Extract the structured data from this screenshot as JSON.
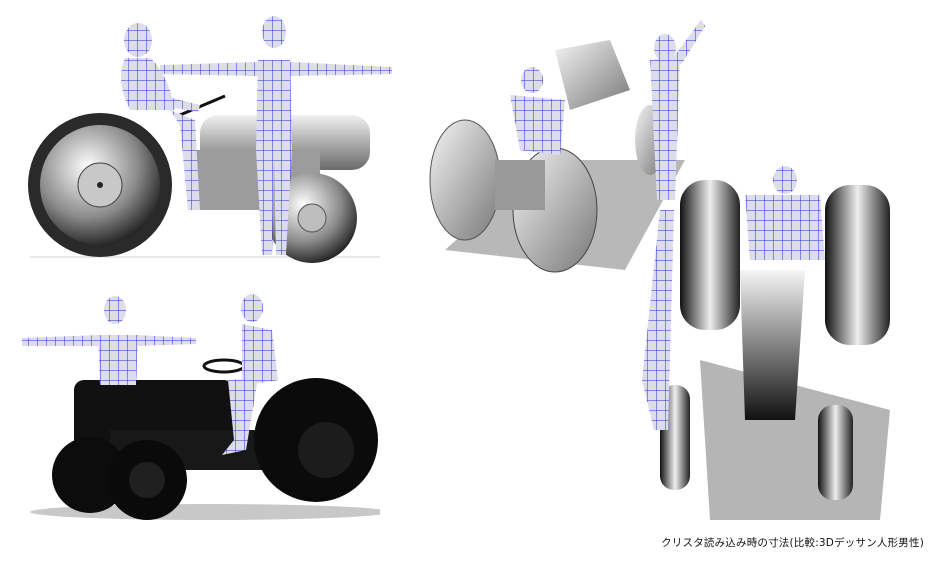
{
  "caption": "クリスタ読み込み時の寸法(比較:3Dデッサン人形男性)",
  "colors": {
    "background": "#ffffff",
    "mannequin_fill": "#dcdcea",
    "mannequin_grid": "#2a2fd6",
    "tractor_light": "#cfcfcf",
    "tractor_dark": "#111111",
    "shadow": "#9a9a9a"
  },
  "scenes": [
    {
      "id": "side-view",
      "description": "Tractor side view (light shading) with seated and T-pose standing 3D mannequins"
    },
    {
      "id": "perspective-dark",
      "description": "Tractor front-quarter view (dark shading) with seated and T-pose mannequins"
    },
    {
      "id": "rear-top-view",
      "description": "Tractor rear/top perspective with seated and waving mannequins"
    },
    {
      "id": "front-top-view",
      "description": "Tractor front/top perspective with seated and waving mannequins"
    }
  ]
}
